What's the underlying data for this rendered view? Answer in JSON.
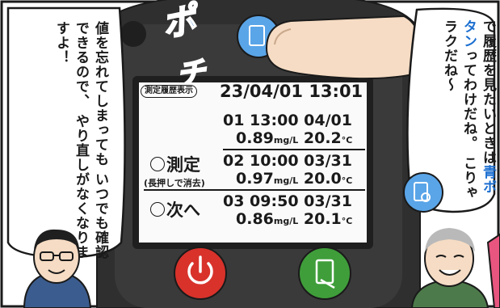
{
  "bubbles": {
    "left": "値を忘れてしまっても いつでも確認できるので、 やり直しがなくなりますよ！",
    "right_part1": "で履歴を見たいときは",
    "right_blue": "青ボタン",
    "right_part2": "ってわけだね。",
    "right_line3": "こりゃラクだね～"
  },
  "sfx": {
    "po": "ポ",
    "chi": "チ"
  },
  "lcd": {
    "history_badge": "測定履歴表示",
    "history_date": "23/04/01 13:01",
    "rows": [
      {
        "line1": "01 13:00 04/01",
        "value": "0.89",
        "unit": "mg/L",
        "temp": "20.2",
        "temp_unit": "°C"
      },
      {
        "line1": "02 10:00 03/31",
        "value": "0.97",
        "unit": "mg/L",
        "temp": "20.0",
        "temp_unit": "°C"
      },
      {
        "line1": "03 09:50 03/31",
        "value": "0.86",
        "unit": "mg/L",
        "temp": "20.1",
        "temp_unit": "°C"
      }
    ],
    "measure_label": "測定",
    "longpress_label": "(長押しで消去)",
    "next_label": "次へ"
  },
  "colors": {
    "device_body": "#3a3a3a",
    "accent_blue": "#1c6fd0",
    "power_red": "#d8322b",
    "next_green": "#3f9e3a",
    "bubble_fill": "#ffffff",
    "pink_panel": "#e8557f"
  },
  "icons": [
    "finger-icon",
    "search-doc-icon",
    "power-icon",
    "clipboard-icon"
  ]
}
